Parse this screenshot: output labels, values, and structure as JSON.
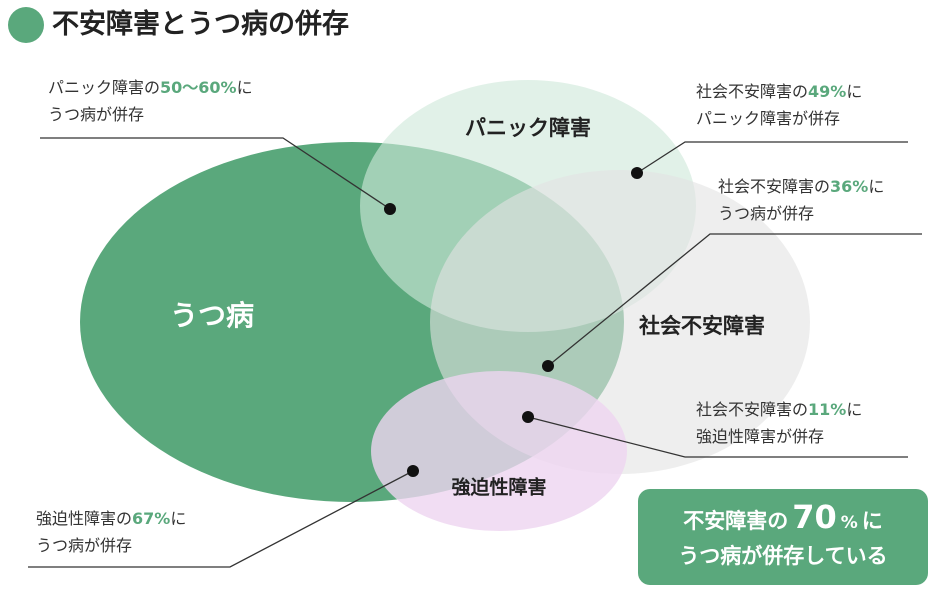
{
  "title": "不安障害とうつ病の併存",
  "colors": {
    "green": "#5aa87c",
    "circle_depression": "#5aa87c",
    "circle_panic": "#cfe8da",
    "circle_social": "#e3e3e3",
    "circle_ocd": "#eed4f0"
  },
  "circles": {
    "depression": "うつ病",
    "panic": "パニック障害",
    "social_anxiety": "社会不安障害",
    "ocd": "強迫性障害"
  },
  "annotations": {
    "panic_dep": {
      "l1_pre": "パニック障害の",
      "l1_hl": "50〜60%",
      "l1_post": "に",
      "l2": "うつ病が併存"
    },
    "social_panic": {
      "l1_pre": "社会不安障害の",
      "l1_hl": "49%",
      "l1_post": "に",
      "l2": "パニック障害が併存"
    },
    "social_dep": {
      "l1_pre": "社会不安障害の",
      "l1_hl": "36%",
      "l1_post": "に",
      "l2": "うつ病が併存"
    },
    "social_ocd": {
      "l1_pre": "社会不安障害の",
      "l1_hl": "11%",
      "l1_post": "に",
      "l2": "強迫性障害が併存"
    },
    "ocd_dep": {
      "l1_pre": "強迫性障害の",
      "l1_hl": "67%",
      "l1_post": "に",
      "l2": "うつ病が併存"
    }
  },
  "summary": {
    "pre": "不安障害の",
    "value": "70",
    "unit": "%",
    "post": "に",
    "line2": "うつ病が併存している"
  }
}
